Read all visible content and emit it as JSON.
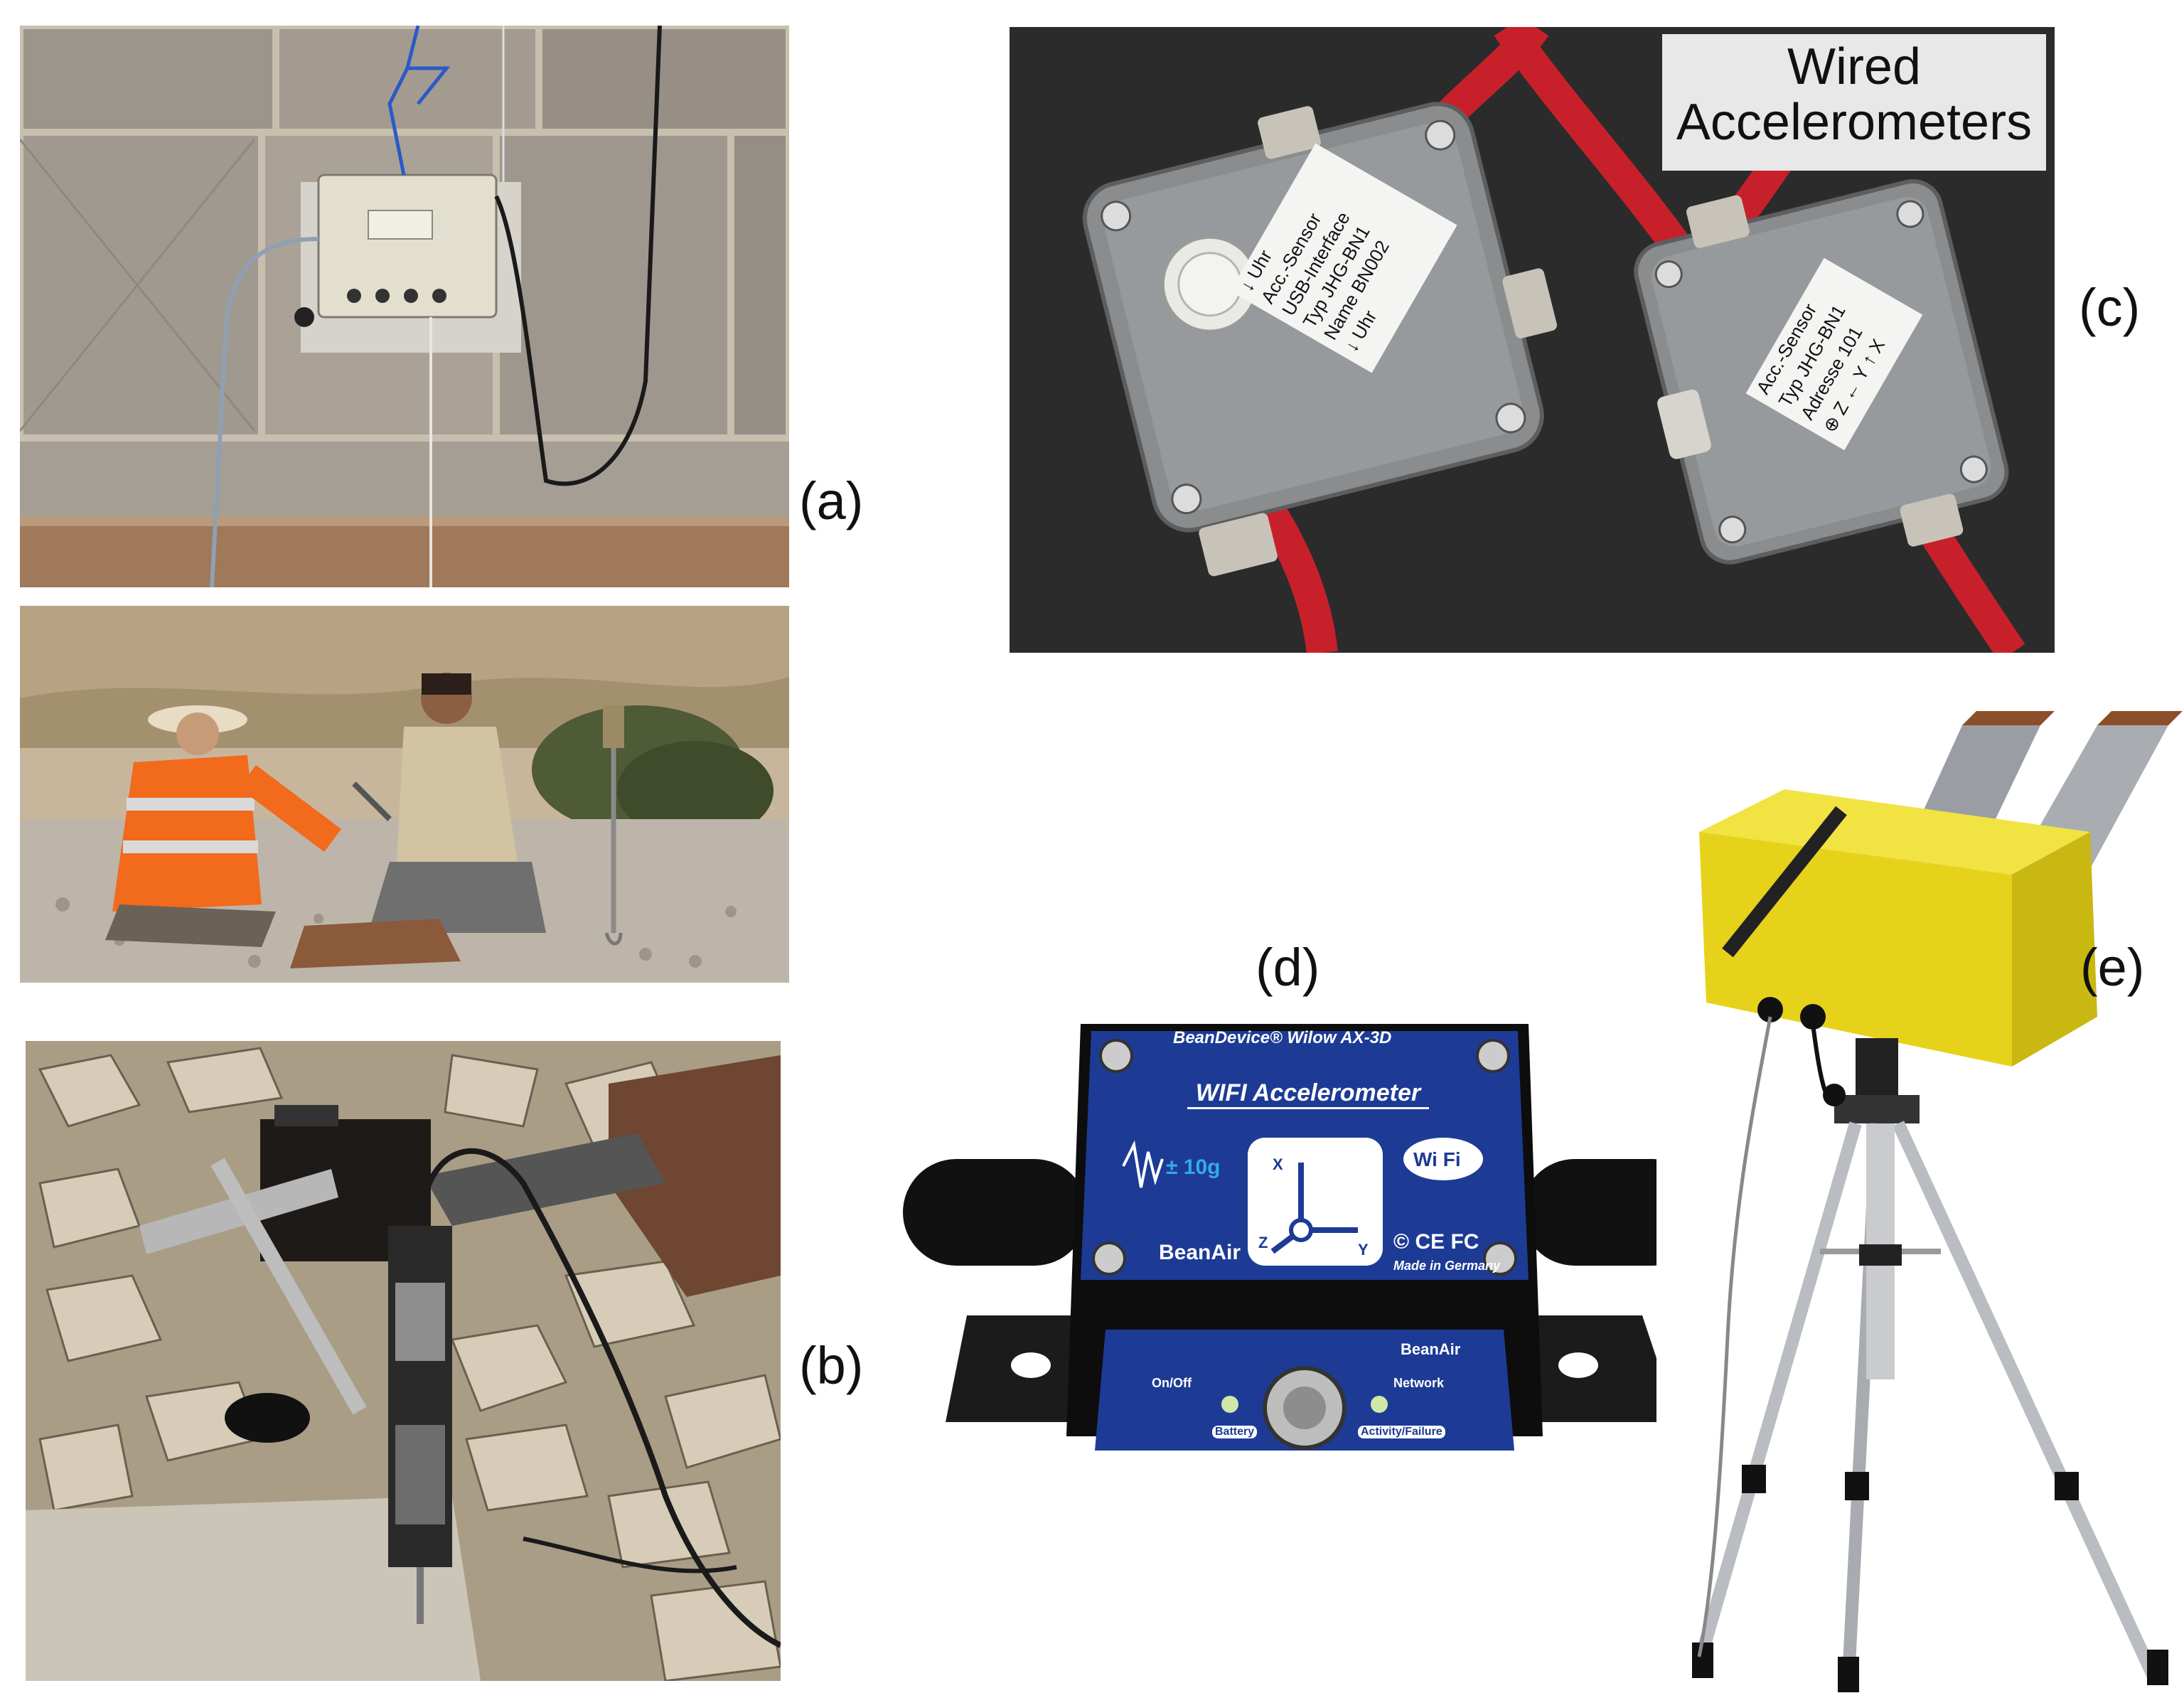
{
  "panel_labels": {
    "a": "(a)",
    "b": "(b)",
    "c": "(c)",
    "d": "(d)",
    "e": "(e)"
  },
  "photo_c": {
    "overlay_title_line1": "Wired",
    "overlay_title_line2": "Accelerometers",
    "sensor1_label": [
      "↓ Uhr",
      "Acc.-Sensor",
      "USB-Interface",
      "Typ JHG-BN1",
      "Name BN002",
      "↓ Uhr"
    ],
    "sensor2_label": [
      "Acc.-Sensor",
      "Typ JHG-BN1",
      "Adresse 101",
      "⊕ Z ← Y ↑ X"
    ]
  },
  "photo_d": {
    "brand_top": "BeanDevice® Wilow AX-3D",
    "product_title": "WIFI Accelerometer",
    "range": "± 10g",
    "wifi_badge": "Wi Fi",
    "axis_x": "X",
    "axis_y": "Y",
    "axis_z": "Z",
    "brand_bottom": "BeanAir",
    "certifications": "© CE FC",
    "made_in": "Made in Germany",
    "front_brand": "BeanAir",
    "on_off": "On/Off",
    "battery": "Battery",
    "network": "Network",
    "activity": "Activity/Failure"
  },
  "colors": {
    "device_blue": "#1d3b95",
    "cable_red": "#c8202a",
    "box_yellow": "#e6d21a",
    "sensor_gray": "#8a8c8e"
  }
}
